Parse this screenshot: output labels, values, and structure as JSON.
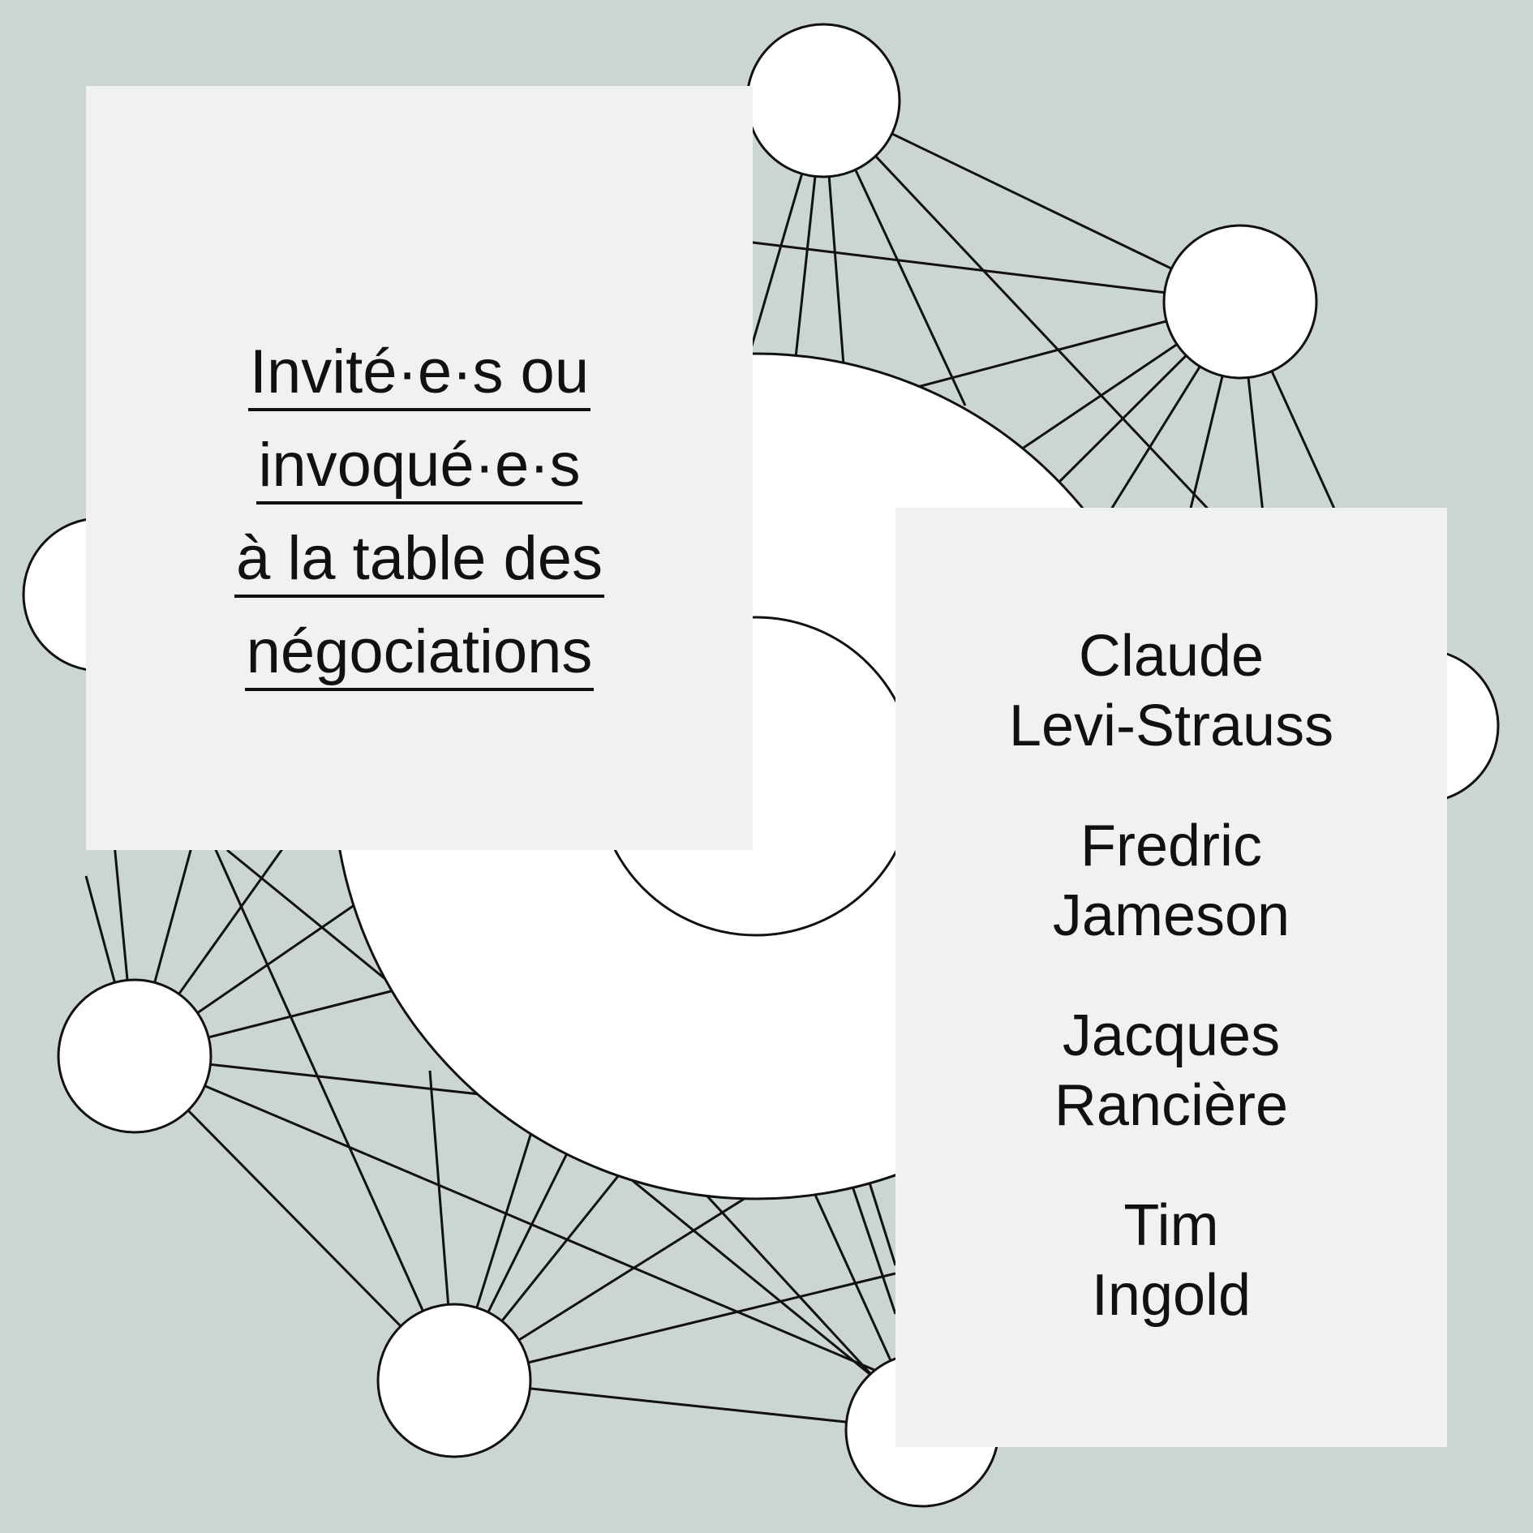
{
  "colors": {
    "background": "#ccd6d1",
    "panel": "#f0f2f0",
    "node_fill": "#ffffff",
    "stroke": "#111111"
  },
  "title": {
    "lines": [
      "Invité·e·s ou",
      "invoqué·e·s",
      "à la table des",
      "négociations"
    ]
  },
  "people": [
    {
      "first": "Claude",
      "last": "Levi-Strauss"
    },
    {
      "first": "Fredric",
      "last": "Jameson"
    },
    {
      "first": "Jacques",
      "last": "Rancière"
    },
    {
      "first": "Tim",
      "last": "Ingold"
    }
  ]
}
